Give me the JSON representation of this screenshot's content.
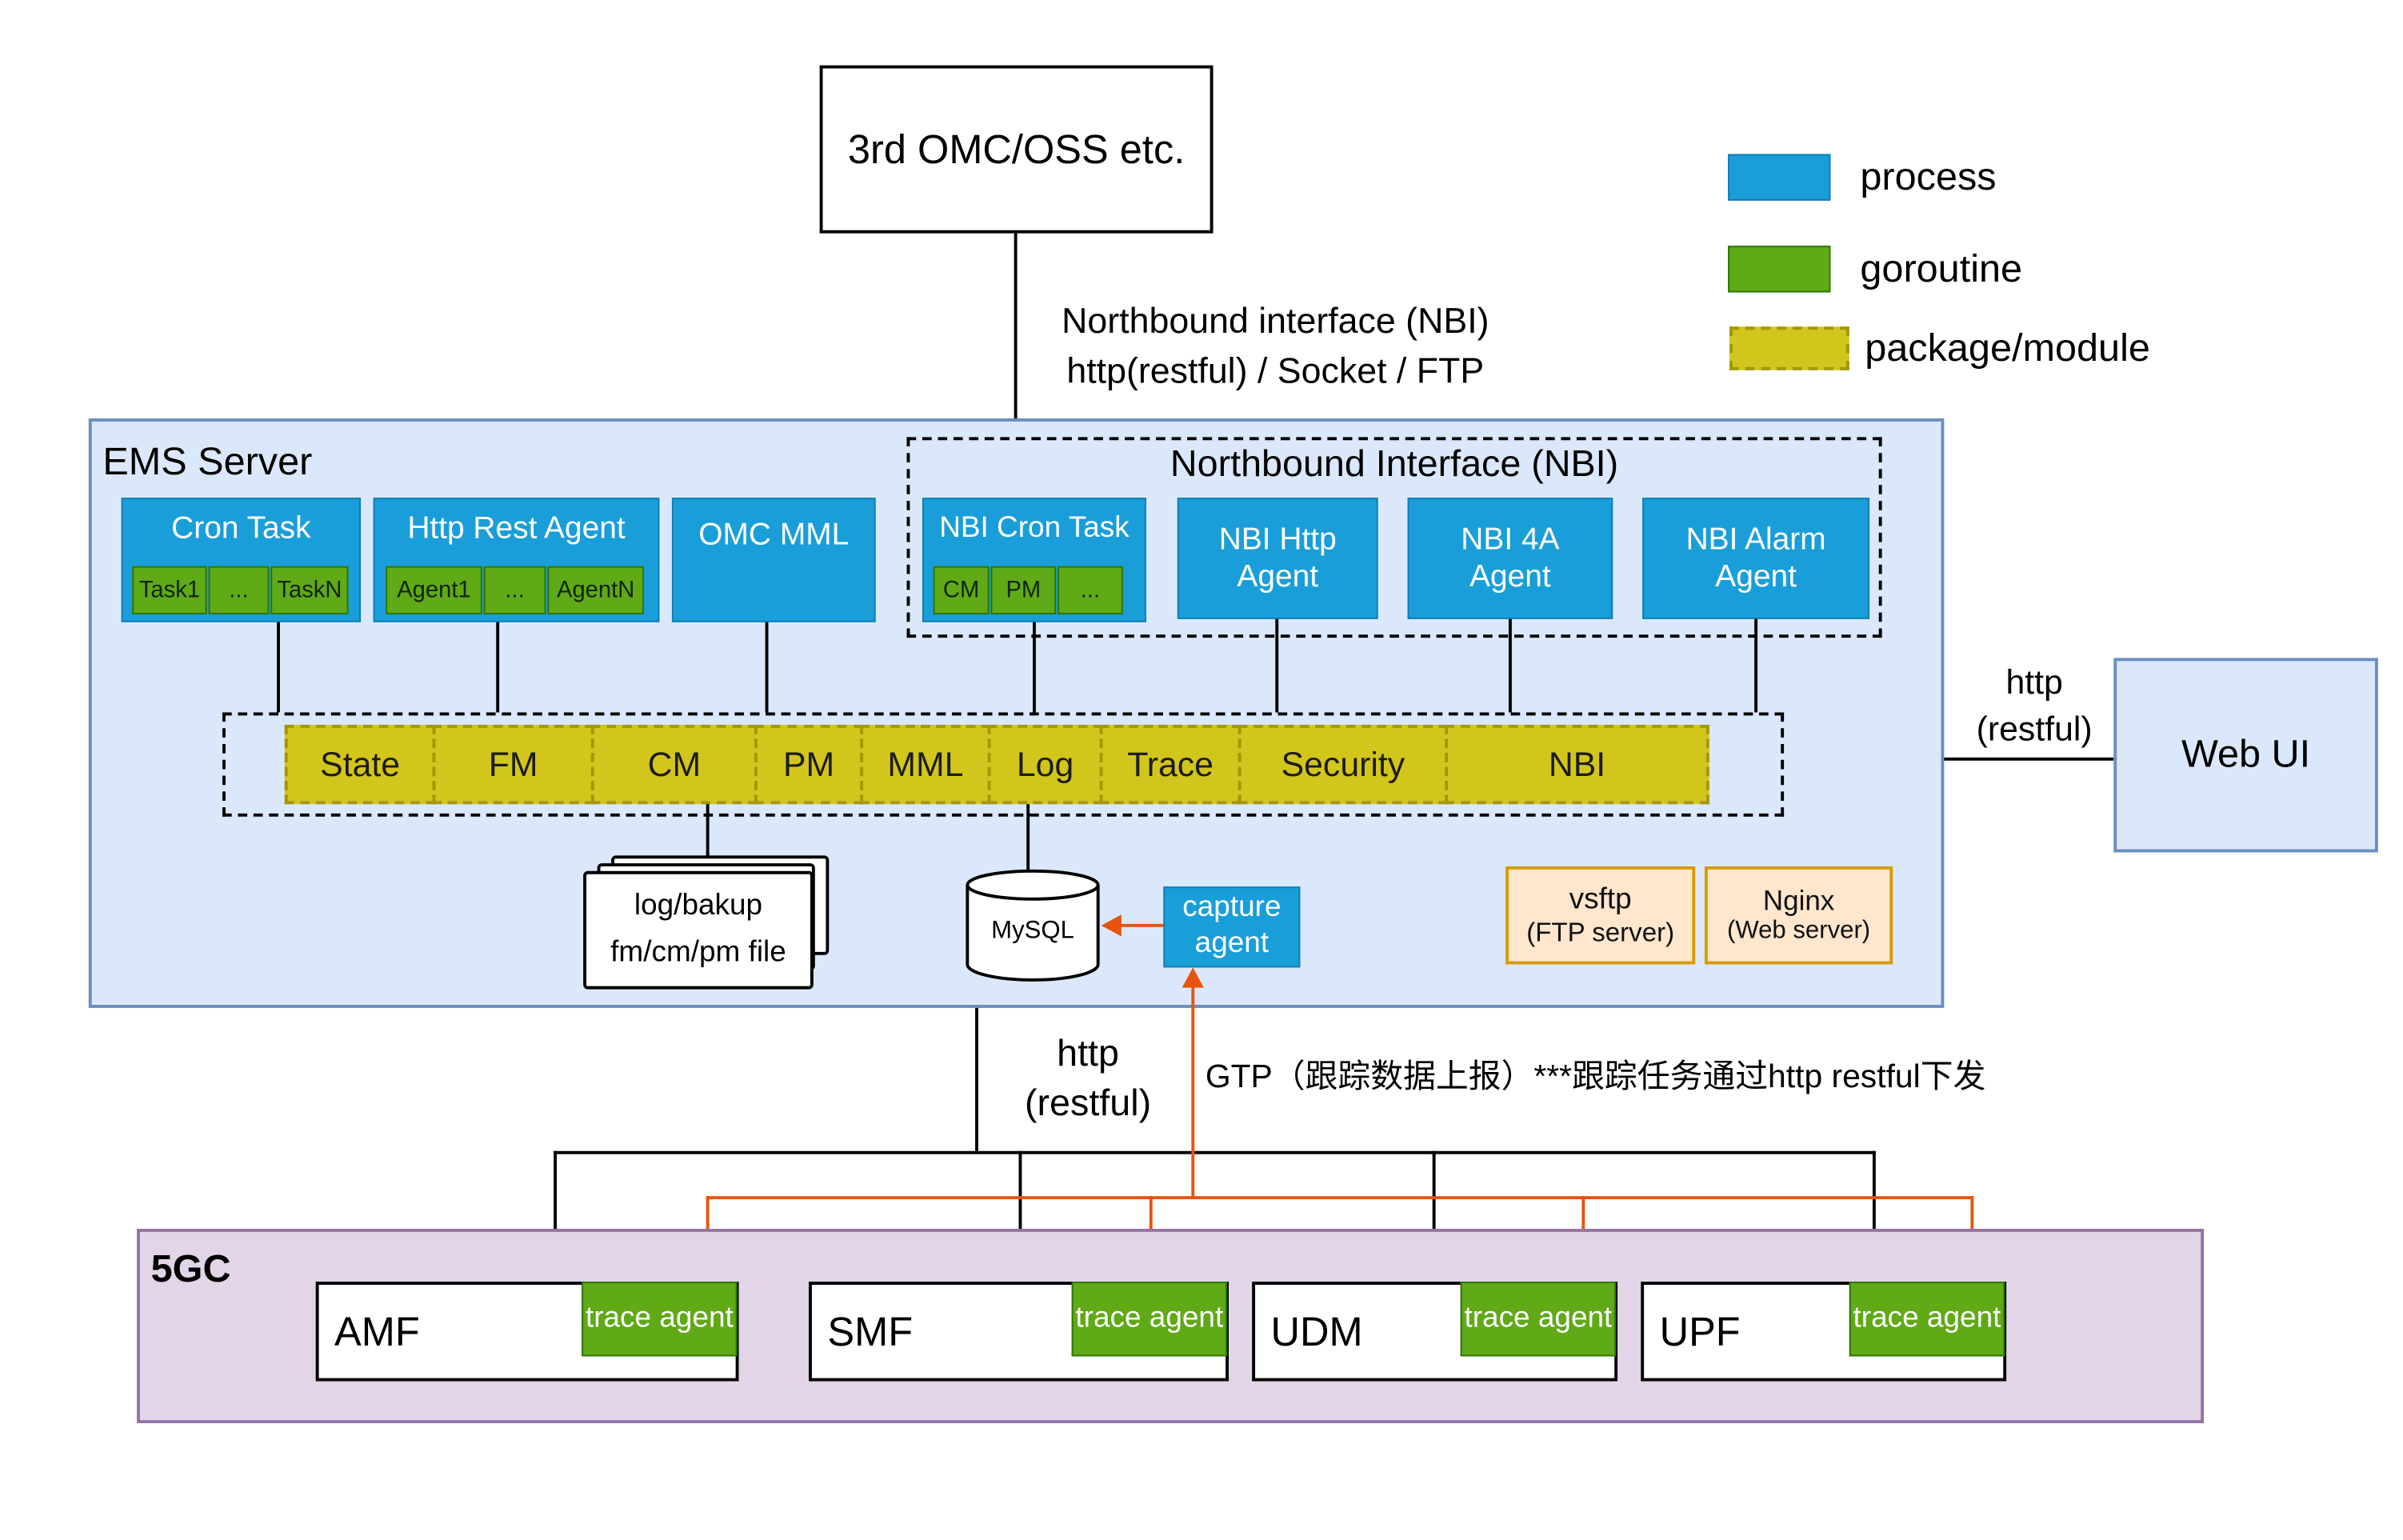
{
  "external": {
    "omc_oss": "3rd OMC/OSS etc."
  },
  "nbi_link": {
    "line1": "Northbound interface (NBI)",
    "line2": "http(restful) / Socket / FTP"
  },
  "legend": {
    "process": "process",
    "goroutine": "goroutine",
    "package": "package/module"
  },
  "ems": {
    "title": "EMS Server",
    "cron_task": {
      "title": "Cron Task",
      "items": [
        "Task1",
        "...",
        "TaskN"
      ]
    },
    "http_rest_agent": {
      "title": "Http Rest Agent",
      "items": [
        "Agent1",
        "...",
        "AgentN"
      ]
    },
    "omc_mml": "OMC MML",
    "nbi": {
      "title": "Northbound Interface (NBI)",
      "cron_task": {
        "title": "NBI Cron Task",
        "items": [
          "CM",
          "PM",
          "..."
        ]
      },
      "http_agent": "NBI Http Agent",
      "agent_4a": "NBI 4A Agent",
      "alarm_agent": "NBI Alarm Agent"
    },
    "modules": [
      "State",
      "FM",
      "CM",
      "PM",
      "MML",
      "Log",
      "Trace",
      "Security",
      "NBI"
    ],
    "files": {
      "line1": "log/bakup",
      "line2": "fm/cm/pm file"
    },
    "mysql": "MySQL",
    "capture_agent": "capture agent",
    "vsftp": {
      "name": "vsftp",
      "desc": "(FTP server)"
    },
    "nginx": {
      "name": "Nginx",
      "desc": "(Web server)"
    }
  },
  "web_ui": {
    "label": "Web UI",
    "http": {
      "line1": "http",
      "line2": "(restful)"
    }
  },
  "south": {
    "http": {
      "line1": "http",
      "line2": "(restful)"
    },
    "gtp": "GTP（跟踪数据上报）***跟踪任务通过http restful下发"
  },
  "core": {
    "title": "5GC",
    "nodes": [
      {
        "name": "AMF",
        "agent": "trace agent"
      },
      {
        "name": "SMF",
        "agent": "trace agent"
      },
      {
        "name": "UDM",
        "agent": "trace agent"
      },
      {
        "name": "UPF",
        "agent": "trace agent"
      }
    ]
  },
  "colors": {
    "process": "#1a9ed9",
    "goroutine": "#60a917",
    "package": "#d2c51c",
    "ems_bg": "#dbe8fc",
    "core_bg": "#e1d5e7",
    "server_bg": "#ffe6cc",
    "arrow": "#e8540e"
  }
}
